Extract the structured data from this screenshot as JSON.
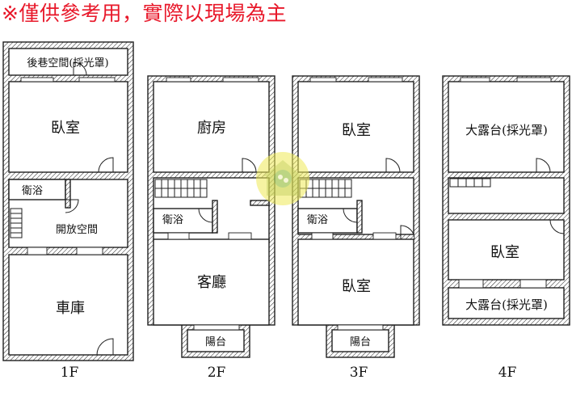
{
  "notice": "※僅供參考用，實際以現場為主",
  "colors": {
    "notice": "#e8182a",
    "wall": "#1f1f1f",
    "watermark": "#e9e64a"
  },
  "floors": [
    {
      "label": "1F",
      "rooms": {
        "back_alley": "後巷空間(採光罩)",
        "bedroom": "臥室",
        "bathroom": "衛浴",
        "open_space": "開放空間",
        "garage": "車庫"
      }
    },
    {
      "label": "2F",
      "rooms": {
        "kitchen": "廚房",
        "bathroom": "衛浴",
        "living_room": "客廳",
        "balcony": "陽台"
      }
    },
    {
      "label": "3F",
      "rooms": {
        "bedroom_back": "臥室",
        "bathroom": "衛浴",
        "bedroom_front": "臥室",
        "balcony": "陽台"
      }
    },
    {
      "label": "4F",
      "rooms": {
        "terrace_back": "大露台(採光罩)",
        "bedroom": "臥室",
        "terrace_front": "大露台(採光罩)"
      }
    }
  ]
}
